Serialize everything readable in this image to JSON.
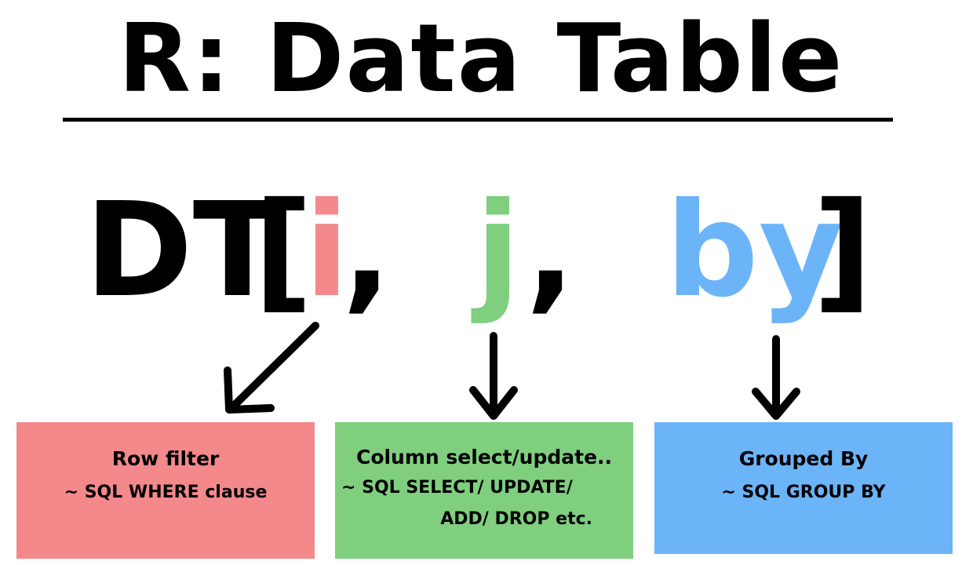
{
  "title": "R: Data Table",
  "syntax": {
    "prefix": "DT",
    "open_bracket": "[",
    "i": "i",
    "comma1": ",",
    "j": "j",
    "comma2": ",",
    "by": "by",
    "close_bracket": "]"
  },
  "boxes": {
    "i": {
      "title": "Row filter",
      "description": "~ SQL WHERE clause"
    },
    "j": {
      "title": "Column select/update..",
      "description_line1": "~ SQL SELECT/ UPDATE/",
      "description_line2": "ADD/ DROP etc."
    },
    "by": {
      "title": "Grouped By",
      "description": "~ SQL GROUP BY"
    }
  },
  "colors": {
    "i": "#f4898b",
    "j": "#7fcf7f",
    "by": "#6cb4f8",
    "ink": "#000000"
  }
}
